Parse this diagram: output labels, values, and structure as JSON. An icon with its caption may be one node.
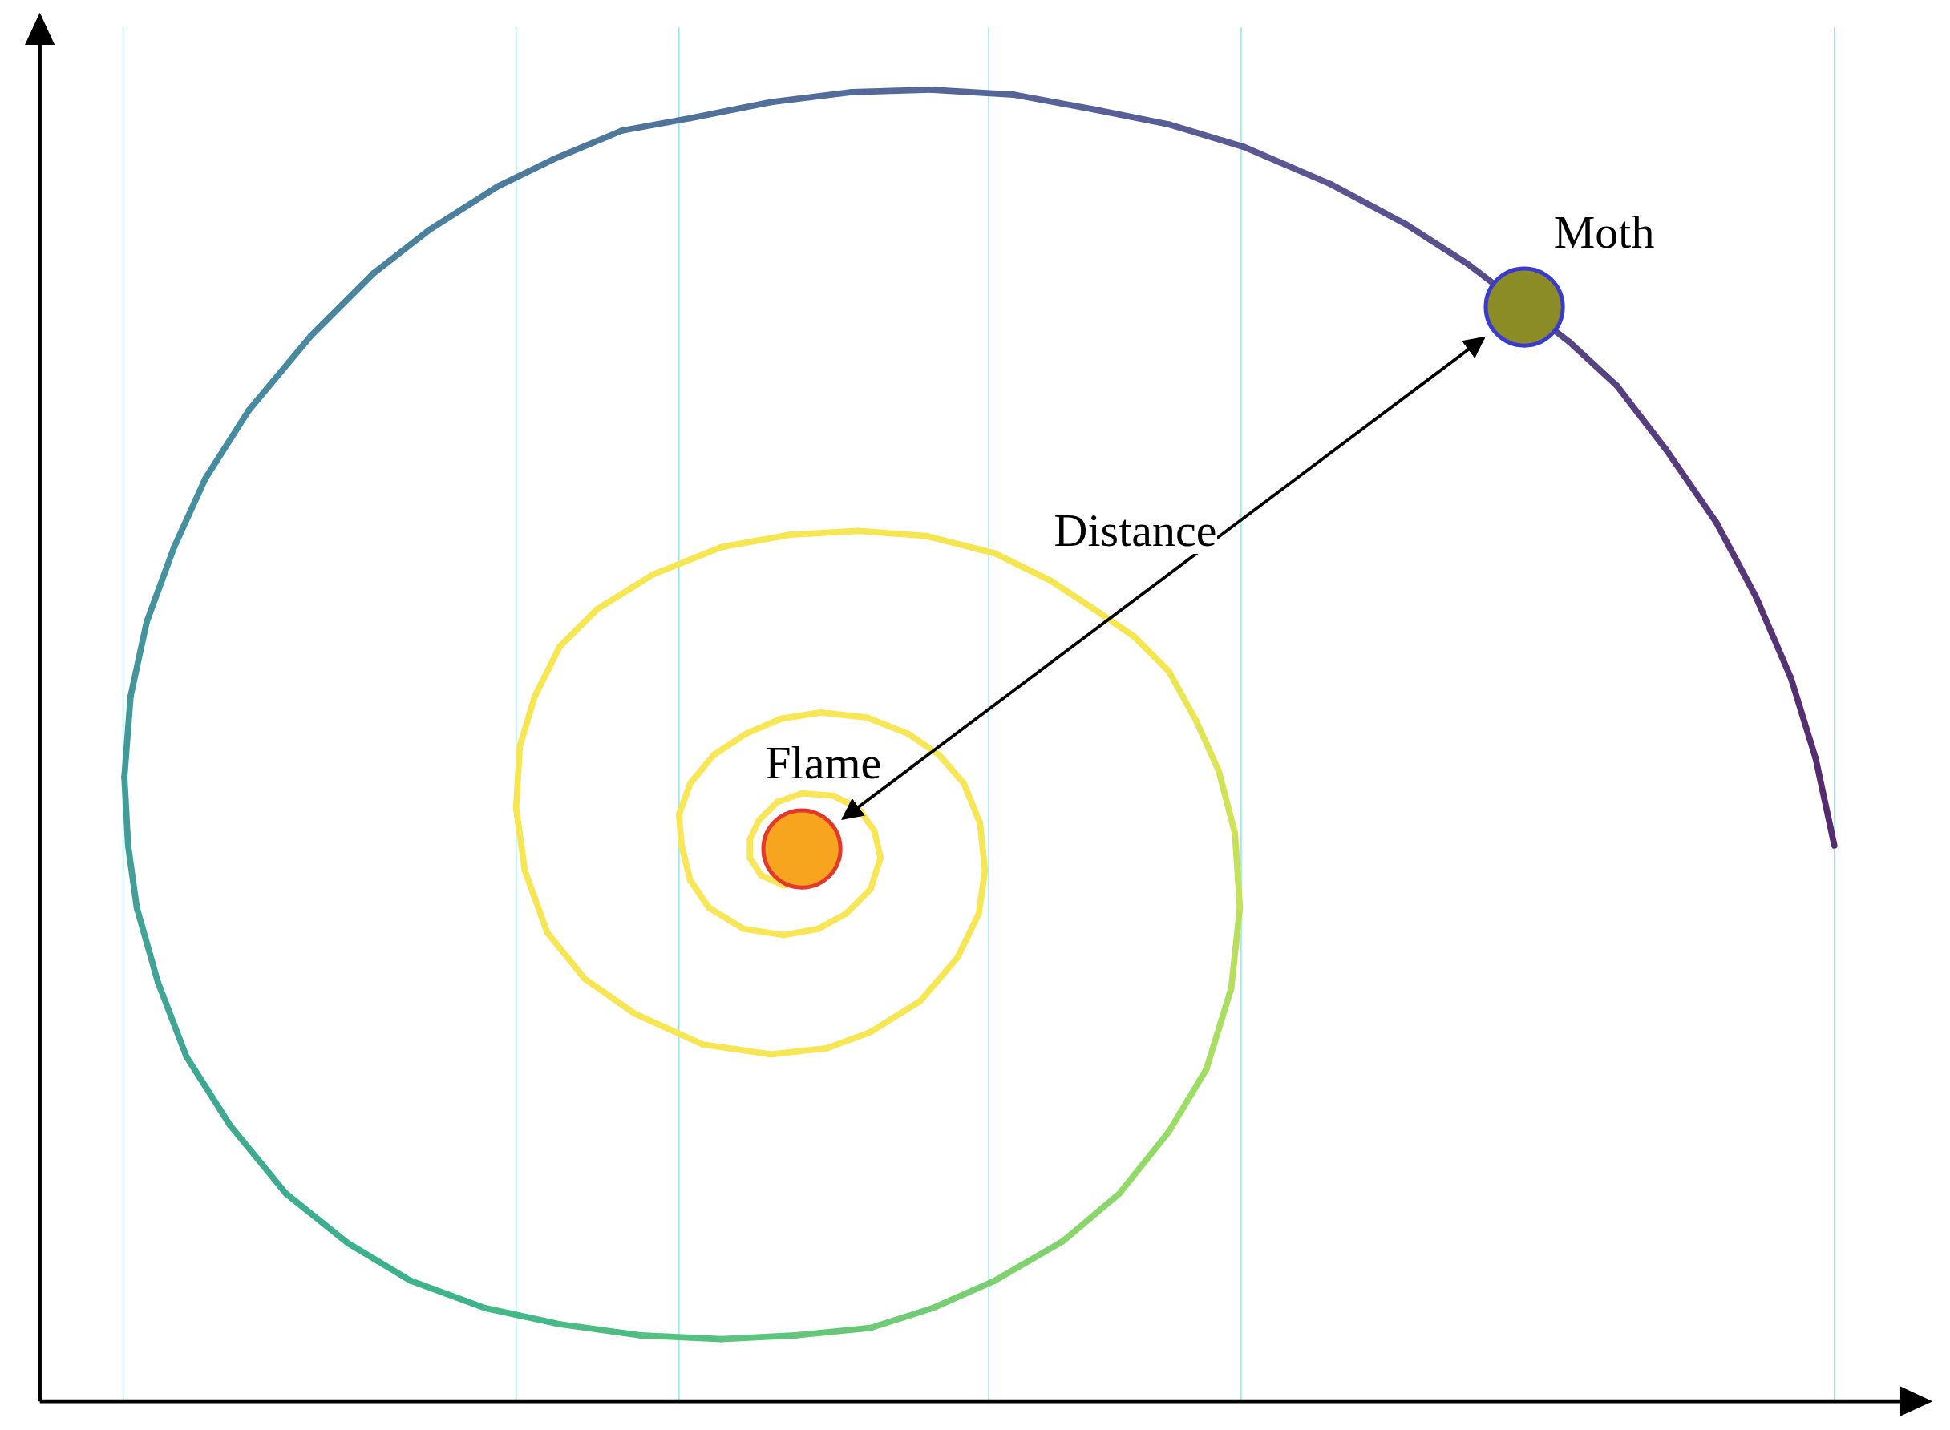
{
  "diagram": {
    "nodes": [
      {
        "text": [
          "Flame"
        ]
      },
      {
        "text": [
          "Moth"
        ]
      }
    ],
    "edges": [
      {
        "from": 0,
        "to": 1,
        "arrow": "both",
        "label": "Distance"
      }
    ]
  }
}
